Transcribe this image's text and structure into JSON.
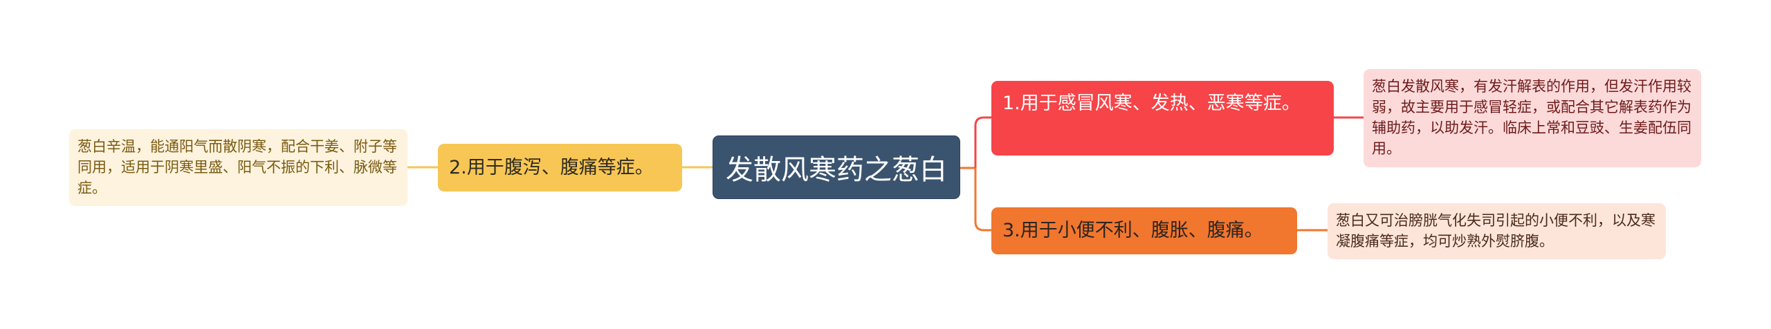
{
  "mindmap": {
    "root": {
      "label": "发散风寒药之葱白",
      "color": "#3A5470"
    },
    "branches": [
      {
        "label": "1.用于感冒风寒、发热、恶寒等症。",
        "color": "#F64448",
        "side": "right",
        "detail": {
          "text": "葱白发散风寒，有发汗解表的作用，但发汗作用较弱，故主要用于感冒轻症，或配合其它解表药作为辅助药，以助发汗。临床上常和豆豉、生姜配伍同用。",
          "color": "#FCDADA"
        }
      },
      {
        "label": "2.用于腹泻、腹痛等症。",
        "color": "#F7C654",
        "side": "left",
        "detail": {
          "text": "葱白辛温，能通阳气而散阴寒，配合干姜、附子等同用，适用于阴寒里盛、阳气不振的下利、脉微等症。",
          "color": "#FDF3DE"
        }
      },
      {
        "label": "3.用于小便不利、腹胀、腹痛。",
        "color": "#F1762E",
        "side": "right",
        "detail": {
          "text": "葱白又可治膀胱气化失司引起的小便不利，以及寒凝腹痛等症，均可炒熟外熨脐腹。",
          "color": "#FDE5DA"
        }
      }
    ]
  }
}
